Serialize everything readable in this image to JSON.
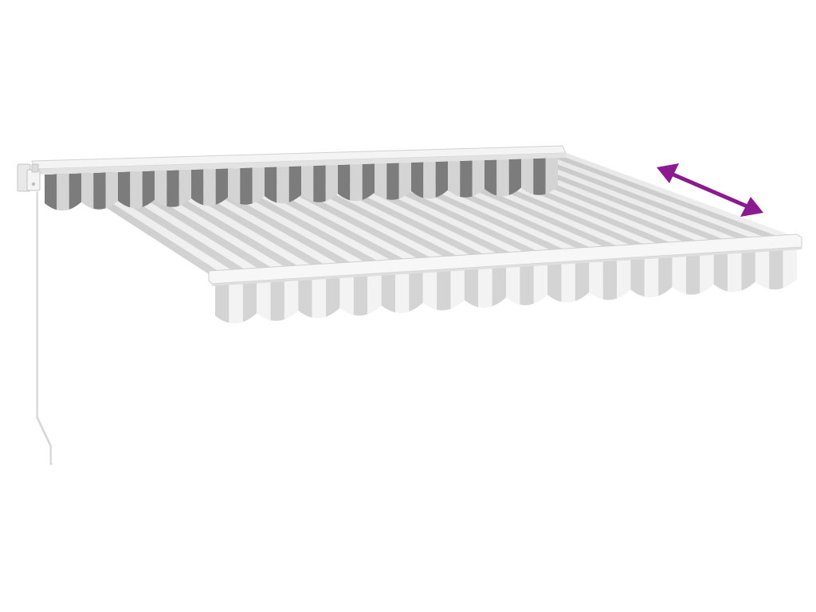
{
  "product": {
    "category": "retractable-awning",
    "fabric_pattern": "block-stripes",
    "colors": {
      "background": "#ffffff",
      "stripe_dark": "#7c7c7c",
      "stripe_mid": "#d4d4d4",
      "stripe_light": "#f3f3f3",
      "frame": "#f4f4f4",
      "frame_edge": "#d0d0d0",
      "arrow": "#8b1a8f"
    },
    "parts": [
      "wall-bracket",
      "cassette-bar",
      "upper-valance",
      "fabric-canopy",
      "front-bar",
      "front-valance",
      "crank-handle",
      "direction-arrow"
    ],
    "arrow_icon": "double-headed-arrow-icon"
  }
}
